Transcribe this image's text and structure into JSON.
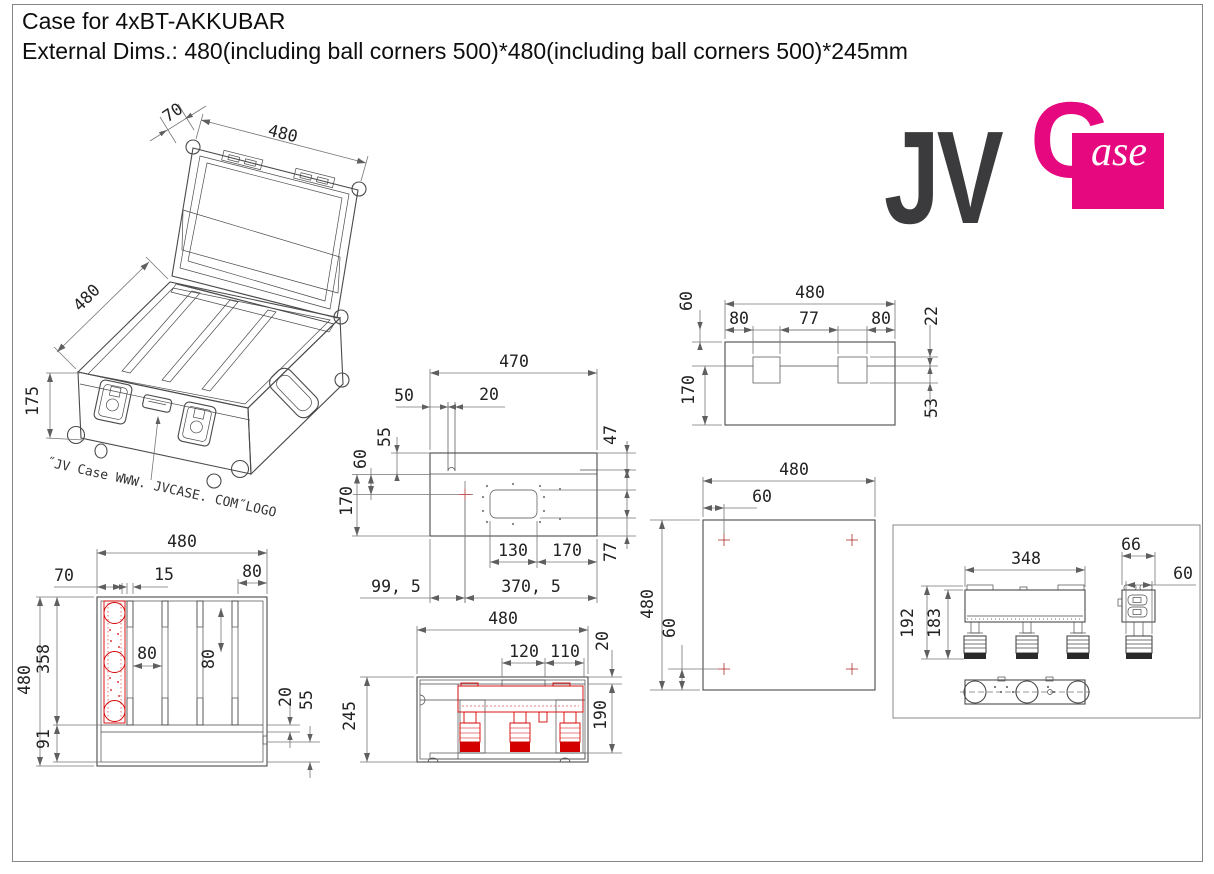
{
  "page": {
    "title_line1": "Case for 4xBT-AKKUBAR",
    "title_line2": "External Dims.: 480(including ball corners 500)*480(including ball corners 500)*245mm"
  },
  "logo": {
    "jv": "JV",
    "c": "C",
    "ase": "ase"
  },
  "colors": {
    "pink": "#E6087F",
    "logo_dark": "#3B3B3D",
    "line": "#4A4A4A",
    "dim": "#767676",
    "red": "#D40000",
    "cross": "#BF5A5A"
  },
  "isometric": {
    "note": "˝JV Case WWW. JVCASE. COM˝LOGO",
    "dim_lid_depth": "70",
    "dim_lid_width": "480",
    "dim_body_depth": "480",
    "dim_body_height": "175"
  },
  "lid_top_view": {
    "d_width": "470",
    "d_50": "50",
    "d_20": "20",
    "d_55": "55",
    "d_60": "60",
    "d_170_left": "170",
    "d_47": "47",
    "d_77": "77",
    "d_130": "130",
    "d_170": "170",
    "d_99_5": "99, 5",
    "d_370_5": "370, 5"
  },
  "lid_face_view": {
    "d_480": "480",
    "d_60": "60",
    "d_80_left": "80",
    "d_77": "77",
    "d_80_right": "80",
    "d_22": "22",
    "d_170": "170",
    "d_53": "53"
  },
  "bottom_view": {
    "d_480_top": "480",
    "d_60_top": "60",
    "d_480_left": "480",
    "d_60_left": "60"
  },
  "interior_view": {
    "d_480_top": "480",
    "d_70": "70",
    "d_15": "15",
    "d_80_top": "80",
    "d_480_left": "480",
    "d_358": "358",
    "d_91": "91",
    "d_80_inner": "80",
    "d_80_inner2": "80",
    "d_20": "20",
    "d_55": "55"
  },
  "section_view": {
    "d_480": "480",
    "d_120": "120",
    "d_110": "110",
    "d_20": "20",
    "d_190": "190",
    "d_245": "245"
  },
  "product_view": {
    "d_348": "348",
    "d_66": "66",
    "d_60": "60",
    "d_192": "192",
    "d_183": "183"
  }
}
